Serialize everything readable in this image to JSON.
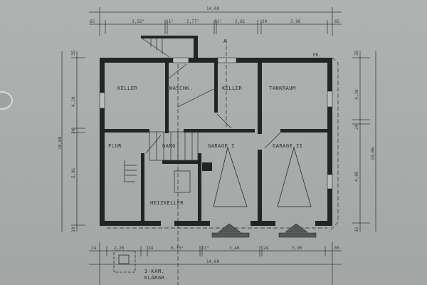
{
  "drawing": {
    "type": "basement floor plan",
    "rooms": [
      {
        "id": "keller-1",
        "label": "KELLER"
      },
      {
        "id": "waschkueche",
        "label": "WASCHK."
      },
      {
        "id": "keller-2",
        "label": "KELLER"
      },
      {
        "id": "tankraum",
        "label": "TANKRAUM"
      },
      {
        "id": "flur",
        "label": "FLUR"
      },
      {
        "id": "gang",
        "label": "GANG"
      },
      {
        "id": "garage-1",
        "label": "GARAGE I"
      },
      {
        "id": "garage-2",
        "label": "GARAGE II"
      },
      {
        "id": "heizkeller",
        "label": "HEIZKELLER"
      }
    ],
    "annotations": {
      "septic": "3-KAM.",
      "septic2": "KLÄRGR.",
      "rr": "RR.",
      "section_mark": "A"
    },
    "dimensions": {
      "top_total": "14,00",
      "top": [
        "65",
        "3,56⁵",
        "11⁵",
        "2,77⁵",
        "11⁵",
        "2,81",
        "24",
        "3,96",
        "65"
      ],
      "bottom_total": "14,00",
      "bottom": [
        "24",
        "2,26",
        "24",
        "6,13⁵",
        "11⁵",
        "3,46",
        "24",
        "3,96",
        "65"
      ],
      "left_total": "10,00",
      "left": [
        "35",
        "4,10",
        "24",
        "5,01",
        "30"
      ],
      "right_total": "10,00",
      "right": [
        "35",
        "4,10",
        "24",
        "4,96",
        "35"
      ]
    }
  }
}
